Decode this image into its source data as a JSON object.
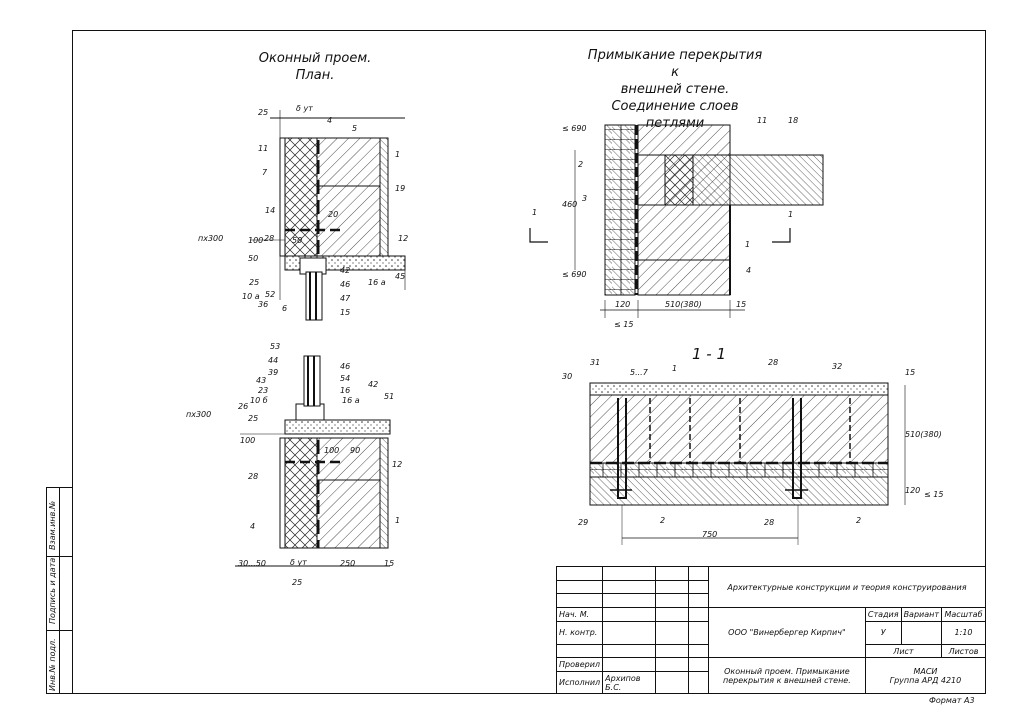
{
  "titles": {
    "plan_line1": "Оконный проем.",
    "plan_line2": "План.",
    "junction_line1": "Примыкание перекрытия к",
    "junction_line2": "внешней стене.",
    "junction_line3": "Соединение слоев петлями",
    "section": "1 - 1"
  },
  "plan_top_labels": {
    "d25": "25",
    "dut": "δ ут",
    "n4": "4",
    "n5": "5",
    "n1": "1",
    "n11": "11",
    "n7": "7",
    "n19": "19",
    "n20": "20",
    "n14": "14",
    "n28": "28",
    "n50": "50",
    "n12": "12",
    "px300": "пх300",
    "n100": "100",
    "n50b": "50",
    "n42": "42",
    "n16a": "16 а",
    "n45": "45",
    "n46": "46",
    "n47": "47",
    "n15": "15",
    "n25": "25",
    "n10a": "10 а",
    "n52": "52",
    "n36": "36",
    "n6": "6"
  },
  "plan_bottom_labels": {
    "n53": "53",
    "n44": "44",
    "n39": "39",
    "n43": "43",
    "n23": "23",
    "n10b": "10 б",
    "n26": "26",
    "n46": "46",
    "n54": "54",
    "n16": "16",
    "n16a": "16 а",
    "n42": "42",
    "n51": "51",
    "px300": "пх300",
    "n25": "25",
    "n100a": "100",
    "n100": "100",
    "n90": "90",
    "n28": "28",
    "n12": "12",
    "n4": "4",
    "n1": "1",
    "d3050": "30...50",
    "dut": "δ ут",
    "d250": "250",
    "d15": "15",
    "d25": "25"
  },
  "junction_labels": {
    "n690a": "≤ 690",
    "n11": "11",
    "n18": "18",
    "n2": "2",
    "n3": "3",
    "n460": "460",
    "sec1": "1",
    "sec1b": "1",
    "n1": "1",
    "n4": "4",
    "n690b": "≤ 690",
    "d120": "120",
    "d510": "510(380)",
    "d15": "15",
    "d15b": "≤ 15"
  },
  "section_labels": {
    "n31": "31",
    "n1": "1",
    "n28": "28",
    "n32": "32",
    "n30": "30",
    "n57": "5...7",
    "n15": "15",
    "d510": "510(380)",
    "d120": "120",
    "d15": "≤ 15",
    "n29": "29",
    "n2": "2",
    "n28b": "28",
    "n2b": "2",
    "d750": "750"
  },
  "side_stamp": {
    "col1": "Инв.№ подл.",
    "col2": "Подпись и дата",
    "col3": "Взам.инв.№"
  },
  "stamp": {
    "discipline": "Архитектурные конструкции и теория конструирования",
    "company": "ООО  \"Винербергер Кирпич\"",
    "stage_h": "Стадия",
    "variant_h": "Вариант",
    "scale_h": "Масштаб",
    "stage_v": "У",
    "variant_v": "",
    "scale_v": "1:10",
    "sheet_h": "Лист",
    "sheets_h": "Листов",
    "nach": "Нач. М.",
    "nkontr": "Н. контр.",
    "proveril": "Проверил",
    "ispolnil": "Исполнил",
    "author": "Архипов Б.С.",
    "drawing_title": "Оконный проем. Примыкание перекрытия к внешней стене.",
    "org": "МАСИ",
    "group": "Группа АРД 4210"
  },
  "format": "Формат А3"
}
